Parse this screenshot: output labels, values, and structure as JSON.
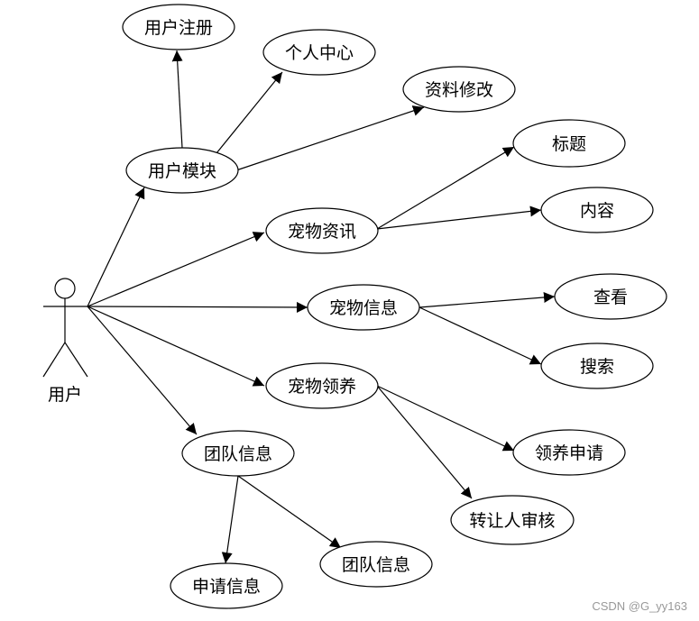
{
  "actor": {
    "label": "用户"
  },
  "use_cases": {
    "user_register": "用户注册",
    "personal_center": "个人中心",
    "profile_edit": "资料修改",
    "user_module": "用户模块",
    "title": "标题",
    "content": "内容",
    "pet_news": "宠物资讯",
    "pet_info": "宠物信息",
    "view": "查看",
    "search": "搜索",
    "pet_adoption": "宠物领养",
    "team_info": "团队信息",
    "adoption_apply": "领养申请",
    "transferor_review": "转让人审核",
    "team_info_sub": "团队信息",
    "apply_info": "申请信息"
  },
  "watermark": "CSDN @G_yy163"
}
